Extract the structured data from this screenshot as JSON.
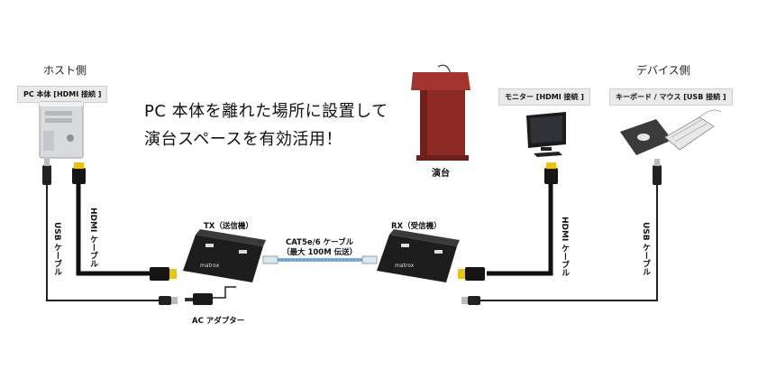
{
  "host": {
    "title": "ホスト側",
    "tag": "PC 本体 [HDMI 接続 ]"
  },
  "device": {
    "title": "デバイス側",
    "monitor_tag": "モニター [HDMI 接続 ]",
    "kb_tag": "キーボード / マウス [USB 接続 ]"
  },
  "headline": {
    "line1": "PC 本体を離れた場所に設置して",
    "line2": "演台スペースを有効活用！"
  },
  "podium": {
    "label": "演台"
  },
  "tx": {
    "label": "TX（送信機）"
  },
  "rx": {
    "label": "RX（受信機）"
  },
  "cat": {
    "line1": "CAT5e/6 ケーブル",
    "line2": "（最大 100M 伝送）"
  },
  "ac": {
    "label": "AC アダプター"
  },
  "cables": {
    "usb_left": "USB ケーブル",
    "hdmi_left": "HDMI ケーブル",
    "hdmi_right": "HDMI ケーブル",
    "usb_right": "USB ケーブル"
  },
  "brand": "matrox",
  "colors": {
    "podium": "#8c2a26",
    "cat_cable": "#7fb0dc",
    "hdmi_tip": "#e8c21a",
    "box": "#151515"
  }
}
